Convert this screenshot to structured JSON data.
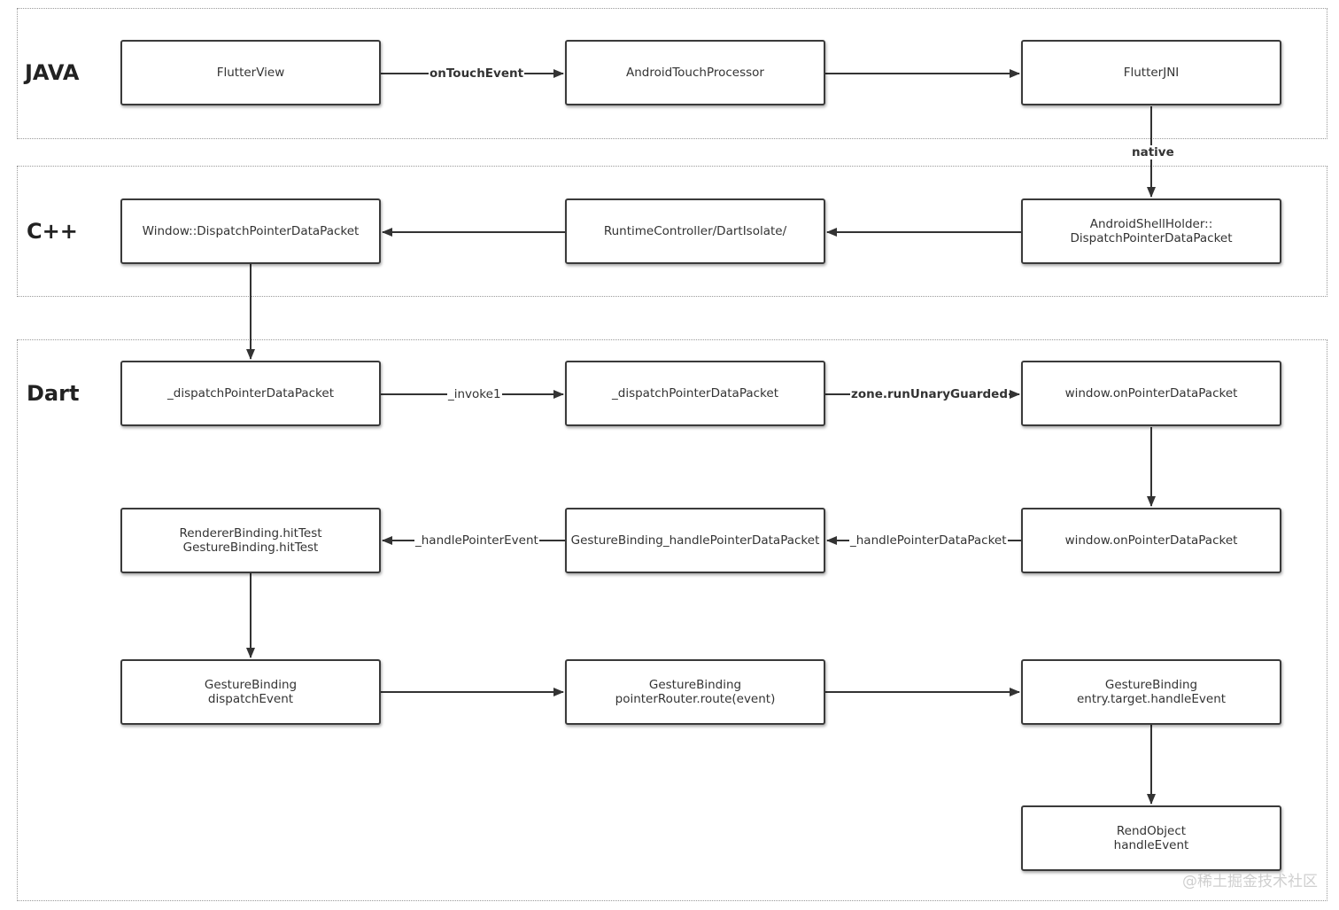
{
  "lanes": {
    "java": "JAVA",
    "cpp": "C++",
    "dart": "Dart"
  },
  "nodes": {
    "flutter_view": {
      "line1": "FlutterView"
    },
    "android_touch_processor": {
      "line1": "AndroidTouchProcessor"
    },
    "flutter_jni": {
      "line1": "FlutterJNI"
    },
    "android_shell_holder": {
      "line1": "AndroidShellHolder::",
      "line2": "DispatchPointerDataPacket"
    },
    "runtime_controller": {
      "line1": "RuntimeController/DartIsolate/"
    },
    "window_dispatch": {
      "line1": "Window::DispatchPointerDataPacket"
    },
    "dart_dispatch_1": {
      "line1": "_dispatchPointerDataPacket"
    },
    "dart_dispatch_2": {
      "line1": "_dispatchPointerDataPacket"
    },
    "window_on_pointer_1": {
      "line1": "window.onPointerDataPacket"
    },
    "window_on_pointer_2": {
      "line1": "window.onPointerDataPacket"
    },
    "gesture_binding_handle_packet": {
      "line1": "GestureBinding_handlePointerDataPacket"
    },
    "renderer_hit_test": {
      "line1": "RendererBinding.hitTest",
      "line2": "GestureBinding.hitTest"
    },
    "gesture_dispatch_event": {
      "line1": "GestureBinding",
      "line2": "dispatchEvent"
    },
    "gesture_pointer_router": {
      "line1": "GestureBinding",
      "line2": "pointerRouter.route(event)"
    },
    "gesture_entry_target": {
      "line1": "GestureBinding",
      "line2": "entry.target.handleEvent"
    },
    "rend_object": {
      "line1": "RendObject",
      "line2": "handleEvent"
    }
  },
  "edges": {
    "on_touch_event": "onTouchEvent",
    "native": "native",
    "invoke1": "_invoke1",
    "zone_run": "zone.runUnaryGuarded",
    "handle_pointer_data_packet": "_handlePointerDataPacket",
    "handle_pointer_event": "_handlePointerEvent"
  },
  "watermark": "@稀土掘金技术社区"
}
